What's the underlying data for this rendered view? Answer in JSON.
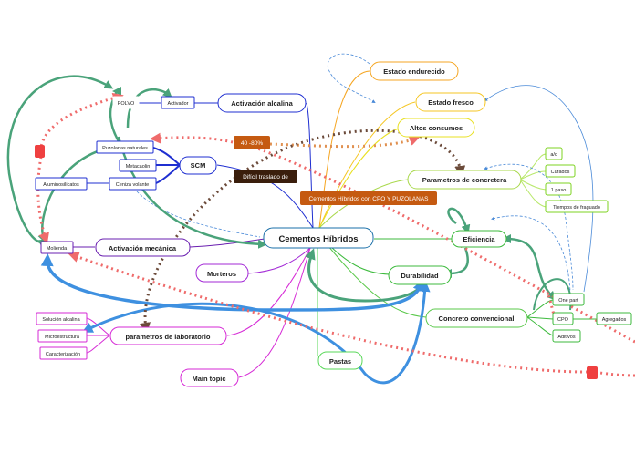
{
  "mindmap": {
    "central": "Cementos Híbridos",
    "estado_endurecido": "Estado endurecido",
    "estado_fresco": "Estado fresco",
    "altos_consumos": "Altos consumos",
    "parametros_concretera": "Parametros de concretera",
    "ac": "a/c",
    "curados": "Curados",
    "un_paso": "1 paso",
    "tiempos_fraguado": "Tiempos de fraguado",
    "eficiencia": "Eficiencia",
    "durabilidad": "Durabilidad",
    "concreto_convencional": "Concreto convencional",
    "one_part": "One part",
    "cpo": "CPO",
    "aditivos": "Aditivos",
    "agregados": "Agregados",
    "pastas": "Pastas",
    "activacion_alcalina": "Activación alcalina",
    "activador": "Activador",
    "polvo": "POLVO",
    "scm": "SCM",
    "puzolanas_naturales": "Puzolanas naturales",
    "metacaolin": "Metacaolin",
    "ceniza_volante": "Ceniza volante",
    "aluminosilicatos": "Aluminosilicatos",
    "activacion_mecanica": "Activación mecánica",
    "molienda": "Molienda",
    "morteros": "Morteros",
    "parametros_laboratorio": "parametros de laboratorio",
    "solucion_alcalina": "Solución alcalina",
    "microestructura": "Microestructura",
    "caracterizacion": "Caracterización",
    "main_topic": "Main topic",
    "callout_porcentaje": "40 -80%",
    "callout_traslado": "Difícil traslado de",
    "callout_cpo_puzolanas": "Cementos Híbridos con CPO Y PUZOLANAS"
  },
  "colors": {
    "central": "#1a6fa8",
    "orange": "#f5a623",
    "yellow_green": "#7ed321",
    "green": "#3cba3c",
    "blue": "#1f2fd1",
    "purple": "#6a1fb0",
    "magenta": "#d62ad6",
    "callout_brown": "#c55a11",
    "callout_dark": "#3a1e0c",
    "teal_curve": "#4aa37a",
    "dotted_red": "#ef6b6b",
    "dotted_brown": "#6b4a3a",
    "big_blue_curve": "#3e90e0"
  }
}
